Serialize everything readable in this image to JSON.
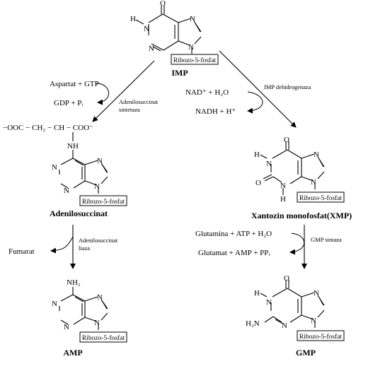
{
  "molecules": {
    "imp": {
      "name": "IMP",
      "sugar": "Ribozo-5-fosfat"
    },
    "adenylosuccinate": {
      "name": "Adenilosuccinat",
      "sugar": "Ribozo-5-fosfat",
      "side_chain": "−OOC − CH₂ − CH − COO⁻"
    },
    "amp": {
      "name": "AMP",
      "sugar": "Ribozo-5-fosfat",
      "amino": "NH₂"
    },
    "xmp": {
      "name": "Xantozin monofosfat(XMP)",
      "sugar": "Ribozo-5-fosfat"
    },
    "gmp": {
      "name": "GMP",
      "sugar": "Ribozo-5-fosfat",
      "amino": "H₂N"
    }
  },
  "reactions": {
    "imp_to_adenylosuccinate": {
      "reactants": "Aspartat + GTP",
      "products": "GDP + Pᵢ",
      "enzyme_line1": "Adenilosuccinat",
      "enzyme_line2": "sintetaza"
    },
    "imp_to_xmp": {
      "reactants": "NAD⁺ + H₂O",
      "products": "NADH + H⁺",
      "enzyme": "IMP dehidrogenaza"
    },
    "adenylosuccinate_to_amp": {
      "product": "Fumarat",
      "enzyme_line1": "Adenilosuccinat",
      "enzyme_line2": "liaza"
    },
    "xmp_to_gmp": {
      "reactants": "Glutamina + ATP + H₂O",
      "products": "Glutamat + AMP + PPᵢ",
      "enzyme": "GMP sintaza"
    }
  }
}
